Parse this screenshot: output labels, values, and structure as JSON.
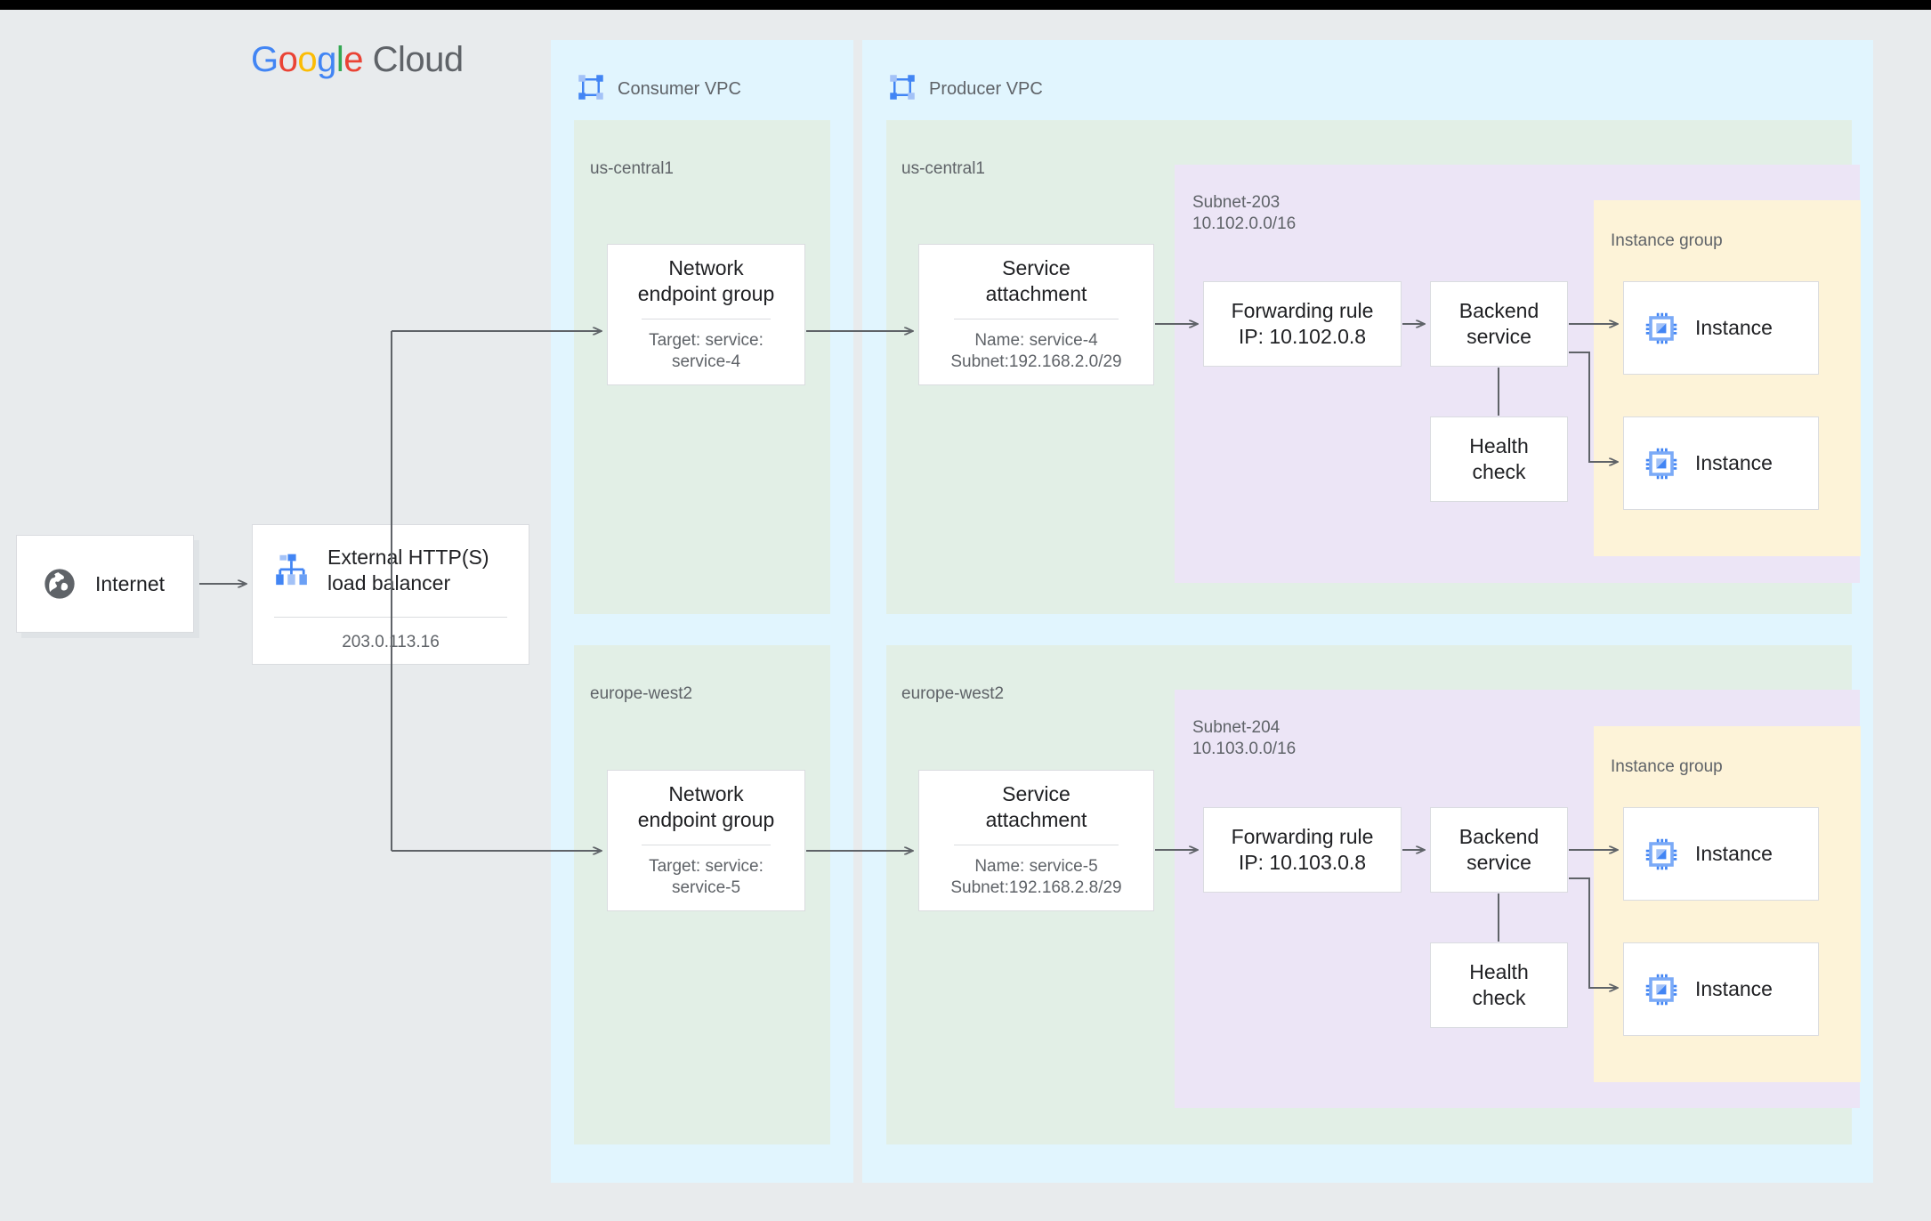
{
  "brand": {
    "google": [
      "G",
      "o",
      "o",
      "g",
      "l",
      "e"
    ],
    "cloud": "Cloud",
    "colors": {
      "blue": "#4285F4",
      "red": "#EA4335",
      "yellow": "#FBBC05",
      "green": "#34A853",
      "grey": "#5F6368"
    }
  },
  "palette": {
    "page_background": "#e8ebed",
    "vpc_fill": "#e1f5fe",
    "region_fill": "#e2efe6",
    "subnet_fill": "#ece5f6",
    "instance_group_fill": "#fdf3d8",
    "node_fill": "#ffffff",
    "node_border": "#dadce0",
    "arrow": "#5f6368",
    "text_primary": "#202124",
    "text_secondary": "#5f6368",
    "icon_blue": "#4285F4",
    "icon_blue_light": "#A3C2F7",
    "globe_grey": "#5f6368"
  },
  "internet": {
    "label": "Internet",
    "icon": "globe-icon"
  },
  "load_balancer": {
    "title": "External HTTP(S)\nload balancer",
    "ip": "203.0.113.16",
    "icon": "load-balancer-icon"
  },
  "consumer_vpc": {
    "title": "Consumer VPC",
    "icon": "vpc-icon",
    "regions": [
      {
        "label": "us-central1",
        "neg": {
          "title": "Network\nendpoint group",
          "sub": "Target: service:\nservice-4"
        }
      },
      {
        "label": "europe-west2",
        "neg": {
          "title": "Network\nendpoint group",
          "sub": "Target: service:\nservice-5"
        }
      }
    ]
  },
  "producer_vpc": {
    "title": "Producer VPC",
    "icon": "vpc-icon",
    "regions": [
      {
        "label": "us-central1",
        "service_attachment": {
          "title": "Service\nattachment",
          "sub": "Name: service-4\nSubnet:192.168.2.0/29"
        },
        "subnet": {
          "label": "Subnet-203\n10.102.0.0/16",
          "forwarding_rule": "Forwarding rule\nIP: 10.102.0.8",
          "backend_service": "Backend\nservice",
          "health_check": "Health\ncheck",
          "instance_group": {
            "label": "Instance group",
            "instances": [
              {
                "label": "Instance",
                "icon": "cpu-icon"
              },
              {
                "label": "Instance",
                "icon": "cpu-icon"
              }
            ]
          }
        }
      },
      {
        "label": "europe-west2",
        "service_attachment": {
          "title": "Service\nattachment",
          "sub": "Name: service-5\nSubnet:192.168.2.8/29"
        },
        "subnet": {
          "label": "Subnet-204\n10.103.0.0/16",
          "forwarding_rule": "Forwarding rule\nIP: 10.103.0.8",
          "backend_service": "Backend\nservice",
          "health_check": "Health\ncheck",
          "instance_group": {
            "label": "Instance group",
            "instances": [
              {
                "label": "Instance",
                "icon": "cpu-icon"
              },
              {
                "label": "Instance",
                "icon": "cpu-icon"
              }
            ]
          }
        }
      }
    ]
  }
}
